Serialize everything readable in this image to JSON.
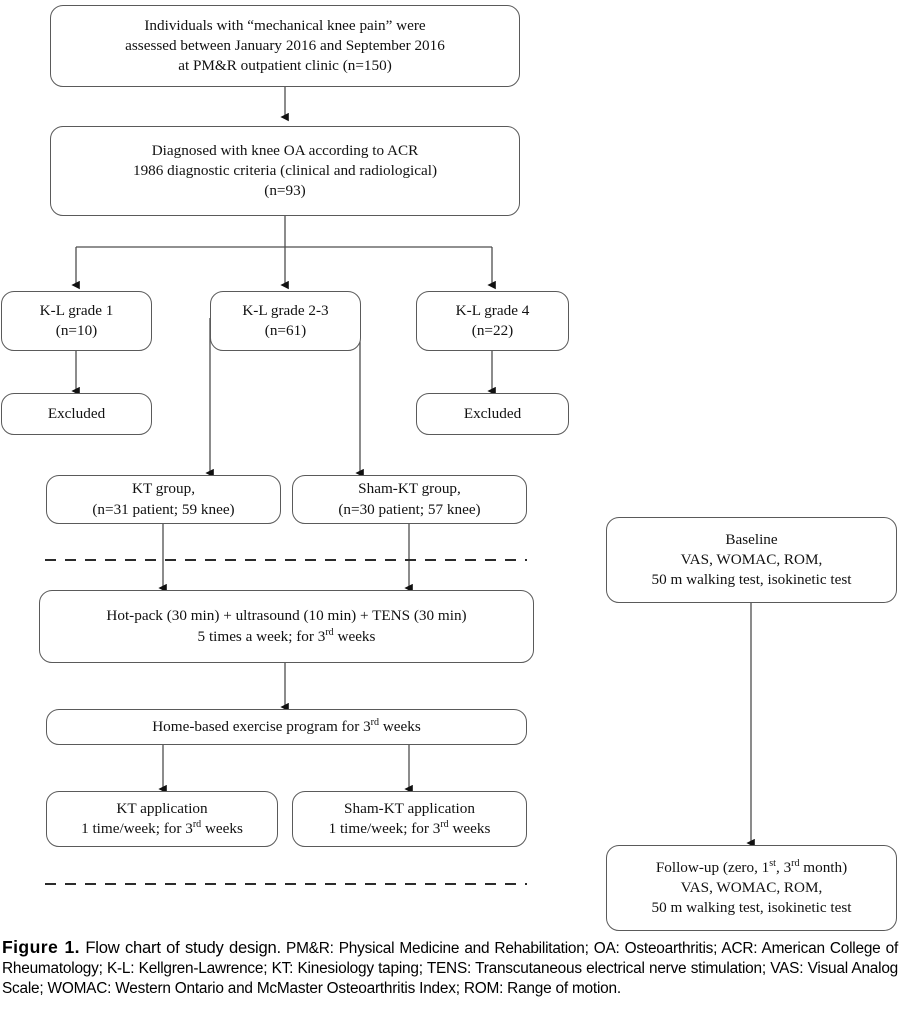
{
  "figure": {
    "label": "Figure 1.",
    "title": "Flow chart of study design.",
    "abbreviations": "PM&R: Physical Medicine and Rehabilitation; OA: Osteoarthritis; ACR: American College of Rheumatology; K-L: Kellgren-Lawrence; KT: Kinesiology taping; TENS: Transcutaneous electrical nerve stimulation; VAS: Visual Analog Scale; WOMAC: Western Ontario and McMaster Osteoarthritis Index; ROM: Range of motion."
  },
  "chart_data": {
    "type": "diagram",
    "title": "Flow chart of study design",
    "nodes": [
      {
        "id": "screened",
        "lines": [
          "Individuals with “mechanical knee pain” were",
          "assessed between January 2016 and September 2016",
          "at PM&R outpatient clinic (n=150)"
        ],
        "n": 150
      },
      {
        "id": "diagnosed",
        "lines": [
          "Diagnosed with knee OA according to ACR",
          "1986 diagnostic criteria (clinical and radiological)",
          "(n=93)"
        ],
        "n": 93
      },
      {
        "id": "kl1",
        "lines": [
          "K-L grade 1",
          "(n=10)"
        ],
        "n": 10
      },
      {
        "id": "kl23",
        "lines": [
          "K-L grade 2-3",
          "(n=61)"
        ],
        "n": 61
      },
      {
        "id": "kl4",
        "lines": [
          "K-L grade 4",
          "(n=22)"
        ],
        "n": 22
      },
      {
        "id": "excluded_left",
        "lines": [
          "Excluded"
        ]
      },
      {
        "id": "excluded_right",
        "lines": [
          "Excluded"
        ]
      },
      {
        "id": "kt_group",
        "lines": [
          "KT group,",
          "(n=31 patient; 59 knee)"
        ],
        "patients": 31,
        "knees": 59
      },
      {
        "id": "sham_group",
        "lines": [
          "Sham-KT group,",
          "(n=30 patient; 57 knee)"
        ],
        "patients": 30,
        "knees": 57
      },
      {
        "id": "physio",
        "lines_html": [
          "Hot-pack (30 min) + ultrasound (10 min) + TENS (30 min)",
          "5 times a week; for 3<sup>rd</sup> weeks"
        ]
      },
      {
        "id": "home_exercise",
        "lines_html": [
          "Home-based exercise program for 3<sup>rd</sup> weeks"
        ]
      },
      {
        "id": "kt_application",
        "lines_html": [
          "KT application",
          "1 time/week; for 3<sup>rd</sup> weeks"
        ]
      },
      {
        "id": "sham_application",
        "lines_html": [
          "Sham-KT application",
          "1 time/week; for 3<sup>rd</sup> weeks"
        ]
      },
      {
        "id": "baseline",
        "lines_html": [
          "Baseline",
          "VAS, WOMAC, ROM,",
          "50 m walking test, isokinetic test"
        ]
      },
      {
        "id": "followup",
        "lines_html": [
          "Follow-up (zero, 1<sup>st</sup>, 3<sup>rd</sup> month)",
          "VAS, WOMAC, ROM,",
          "50 m walking test, isokinetic test"
        ]
      }
    ],
    "edges": [
      {
        "from": "screened",
        "to": "diagnosed"
      },
      {
        "from": "diagnosed",
        "to": "kl1"
      },
      {
        "from": "diagnosed",
        "to": "kl23"
      },
      {
        "from": "diagnosed",
        "to": "kl4"
      },
      {
        "from": "kl1",
        "to": "excluded_left"
      },
      {
        "from": "kl4",
        "to": "excluded_right"
      },
      {
        "from": "kl23",
        "to": "kt_group"
      },
      {
        "from": "kl23",
        "to": "sham_group"
      },
      {
        "from": "kt_group",
        "to": "physio"
      },
      {
        "from": "sham_group",
        "to": "physio"
      },
      {
        "from": "physio",
        "to": "home_exercise"
      },
      {
        "from": "home_exercise",
        "to": "kt_application"
      },
      {
        "from": "home_exercise",
        "to": "sham_application"
      },
      {
        "from": "baseline",
        "to": "followup"
      }
    ],
    "separators": [
      {
        "id": "dashed-top",
        "style": "dashed"
      },
      {
        "id": "dashed-bottom",
        "style": "dashed"
      }
    ],
    "colors": {
      "box_border": "#5a5a5a",
      "line": "#4d4d4d",
      "text": "#111111",
      "background": "#ffffff"
    }
  },
  "boxes": {
    "screened": {
      "l1": "Individuals with “mechanical knee pain” were",
      "l2": "assessed between January 2016 and September 2016",
      "l3": "at PM&R outpatient clinic (n=150)"
    },
    "diagnosed": {
      "l1": "Diagnosed with knee OA according to ACR",
      "l2": "1986 diagnostic criteria (clinical and radiological)",
      "l3": "(n=93)"
    },
    "kl1": {
      "l1": "K-L grade 1",
      "l2": "(n=10)"
    },
    "kl23": {
      "l1": "K-L grade 2-3",
      "l2": "(n=61)"
    },
    "kl4": {
      "l1": "K-L grade 4",
      "l2": "(n=22)"
    },
    "excluded_left": {
      "l1": "Excluded"
    },
    "excluded_right": {
      "l1": "Excluded"
    },
    "kt_group": {
      "l1": "KT group,",
      "l2": "(n=31 patient; 59 knee)"
    },
    "sham_group": {
      "l1": "Sham-KT group,",
      "l2": "(n=30 patient; 57 knee)"
    },
    "physio": {
      "l1": "Hot-pack (30 min) + ultrasound (10 min) + TENS (30 min)",
      "l2a": "5 times a week; for 3",
      "l2sup": "rd",
      "l2b": " weeks"
    },
    "home_exercise": {
      "l1a": "Home-based exercise program for 3",
      "l1sup": "rd",
      "l1b": " weeks"
    },
    "kt_application": {
      "l1": "KT application",
      "l2a": "1 time/week; for 3",
      "l2sup": "rd",
      "l2b": " weeks"
    },
    "sham_application": {
      "l1": "Sham-KT application",
      "l2a": "1 time/week; for 3",
      "l2sup": "rd",
      "l2b": " weeks"
    },
    "baseline": {
      "l1": "Baseline",
      "l2": "VAS, WOMAC, ROM,",
      "l3": "50 m walking test, isokinetic test"
    },
    "followup": {
      "l1a": "Follow-up (zero, 1",
      "l1sup1": "st",
      "l1mid": ", 3",
      "l1sup2": "rd",
      "l1b": " month)",
      "l2": "VAS, WOMAC, ROM,",
      "l3": "50 m walking test, isokinetic test"
    }
  }
}
